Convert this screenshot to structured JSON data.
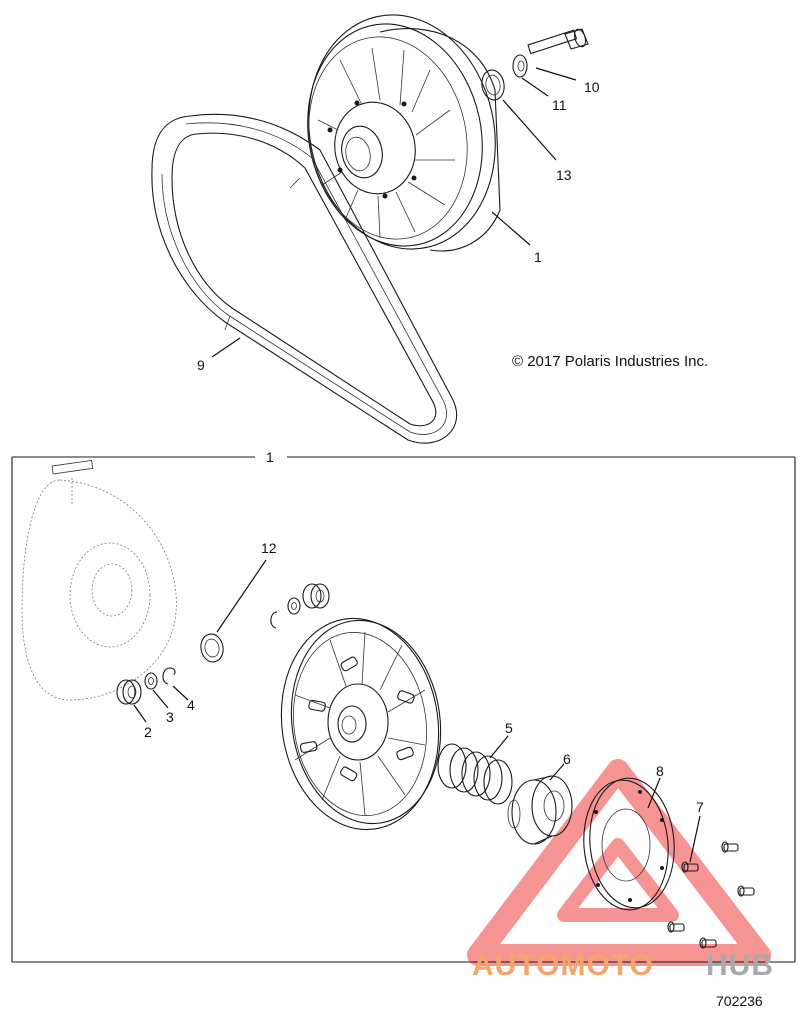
{
  "copyright": "© 2017 Polaris Industries Inc.",
  "diagram_id": "702236",
  "watermark": {
    "text_orange": "AUTOMOTO",
    "text_gray": "HUB",
    "color_orange": "#f5a56a",
    "color_gray": "#a9a9a9",
    "triangle_color": "#ef3b3b"
  },
  "callouts": {
    "top_sheave_1": "1",
    "bolt_10": "10",
    "washer_11": "11",
    "ring_13": "13",
    "belt_9": "9",
    "box_1": "1",
    "roller_2": "2",
    "washer_3": "3",
    "clip_4": "4",
    "spring_5": "5",
    "bushing_6": "6",
    "screw_7": "7",
    "plate_8": "8",
    "ring_12": "12"
  }
}
